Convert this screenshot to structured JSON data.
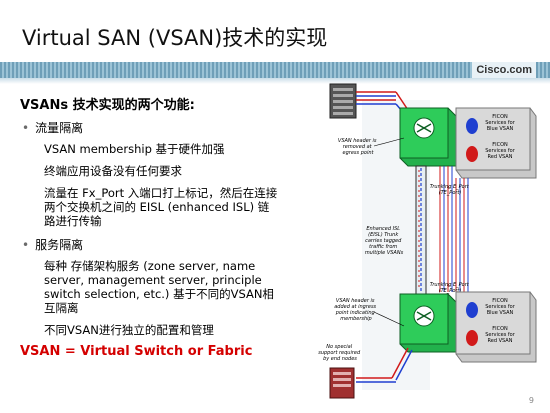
{
  "slide": {
    "title": "Virtual SAN (VSAN)技术的实现",
    "logo": "Cisco.com",
    "page_number": "9",
    "heading": "VSANs 技术实现的两个功能:",
    "bullet1": "流量隔离",
    "bullet1_items": [
      "VSAN membership 基于硬件加强",
      "终端应用设备没有任何要求",
      "流量在 Fx_Port 入端口打上标记，然后在连接两个交换机之间的 EISL (enhanced ISL) 链路进行传输"
    ],
    "bullet2": "服务隔离",
    "bullet2_items": [
      "每种 存储架构服务 (zone server, name server, management server, principle switch selection, etc.) 基于不同的VSAN相互隔离",
      "不同VSAN进行独立的配置和管理"
    ],
    "footer_highlight": "VSAN = Virtual Switch or Fabric"
  },
  "diagram": {
    "top_label": [
      "VSAN header is",
      "removed at",
      "egress point"
    ],
    "trunk_top": [
      "Trunking E_Port",
      "(TE_Port)"
    ],
    "eisl_label": [
      "Enhanced ISL",
      "(EISL) Trunk",
      "carries tagged",
      "traffic from",
      "multiple VSANs"
    ],
    "trunk_bottom": [
      "Trunking E_Port",
      "(TE_Port)"
    ],
    "bottom_label": [
      "VSAN header is",
      "added at ingress",
      "point indicating",
      "membership"
    ],
    "no_special": [
      "No special",
      "support required",
      "by end nodes"
    ],
    "ficon_top_blue": [
      "FICON",
      "Services for",
      "Blue VSAN"
    ],
    "ficon_top_red": [
      "FICON",
      "Services for",
      "Red VSAN"
    ],
    "ficon_bot_blue": [
      "FICON",
      "Services for",
      "Blue VSAN"
    ],
    "ficon_bot_red": [
      "FICON",
      "Services for",
      "Red VSAN"
    ],
    "colors": {
      "blue_vsan": "#1f3fd0",
      "red_vsan": "#d11a1a",
      "switch_green": "#22b14c",
      "trunk": "#2a2a2a"
    }
  }
}
